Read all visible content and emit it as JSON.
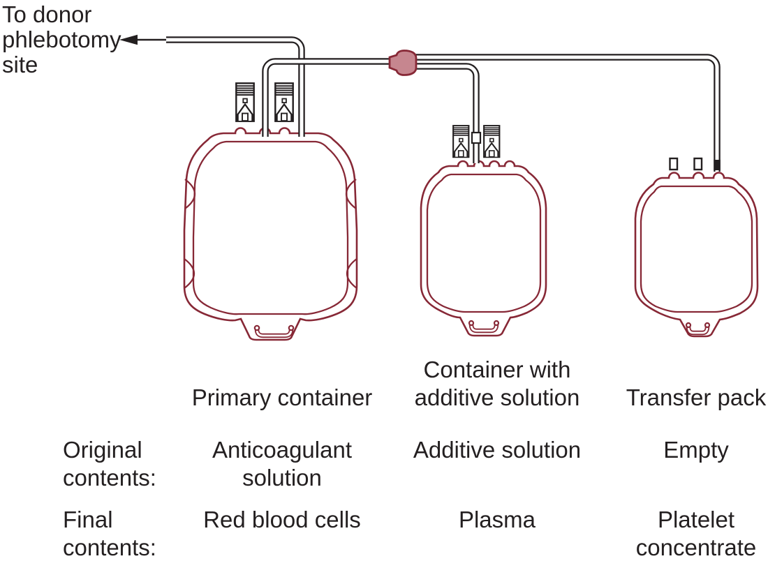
{
  "donor": {
    "lines": [
      "To donor",
      "phlebotomy",
      "site"
    ]
  },
  "table": {
    "row_headers": {
      "original": [
        "Original",
        "contents:"
      ],
      "final": [
        "Final",
        "contents:"
      ]
    }
  },
  "containers": [
    {
      "id": "primary",
      "label_lines": [
        "Primary container"
      ],
      "original_lines": [
        "Anticoagulant",
        "solution"
      ],
      "final_lines": [
        "Red blood cells"
      ]
    },
    {
      "id": "additive",
      "label_lines": [
        "Container with",
        "additive solution"
      ],
      "original_lines": [
        "Additive solution"
      ],
      "final_lines": [
        "Plasma"
      ]
    },
    {
      "id": "transfer",
      "label_lines": [
        "Transfer pack"
      ],
      "original_lines": [
        "Empty"
      ],
      "final_lines": [
        "Platelet",
        "concentrate"
      ]
    }
  ],
  "colors": {
    "bag_outline": "#872836",
    "tube_line": "#231f20",
    "connector_fill": "#c6868f",
    "text_color": "#231f20",
    "bg": "#ffffff"
  }
}
